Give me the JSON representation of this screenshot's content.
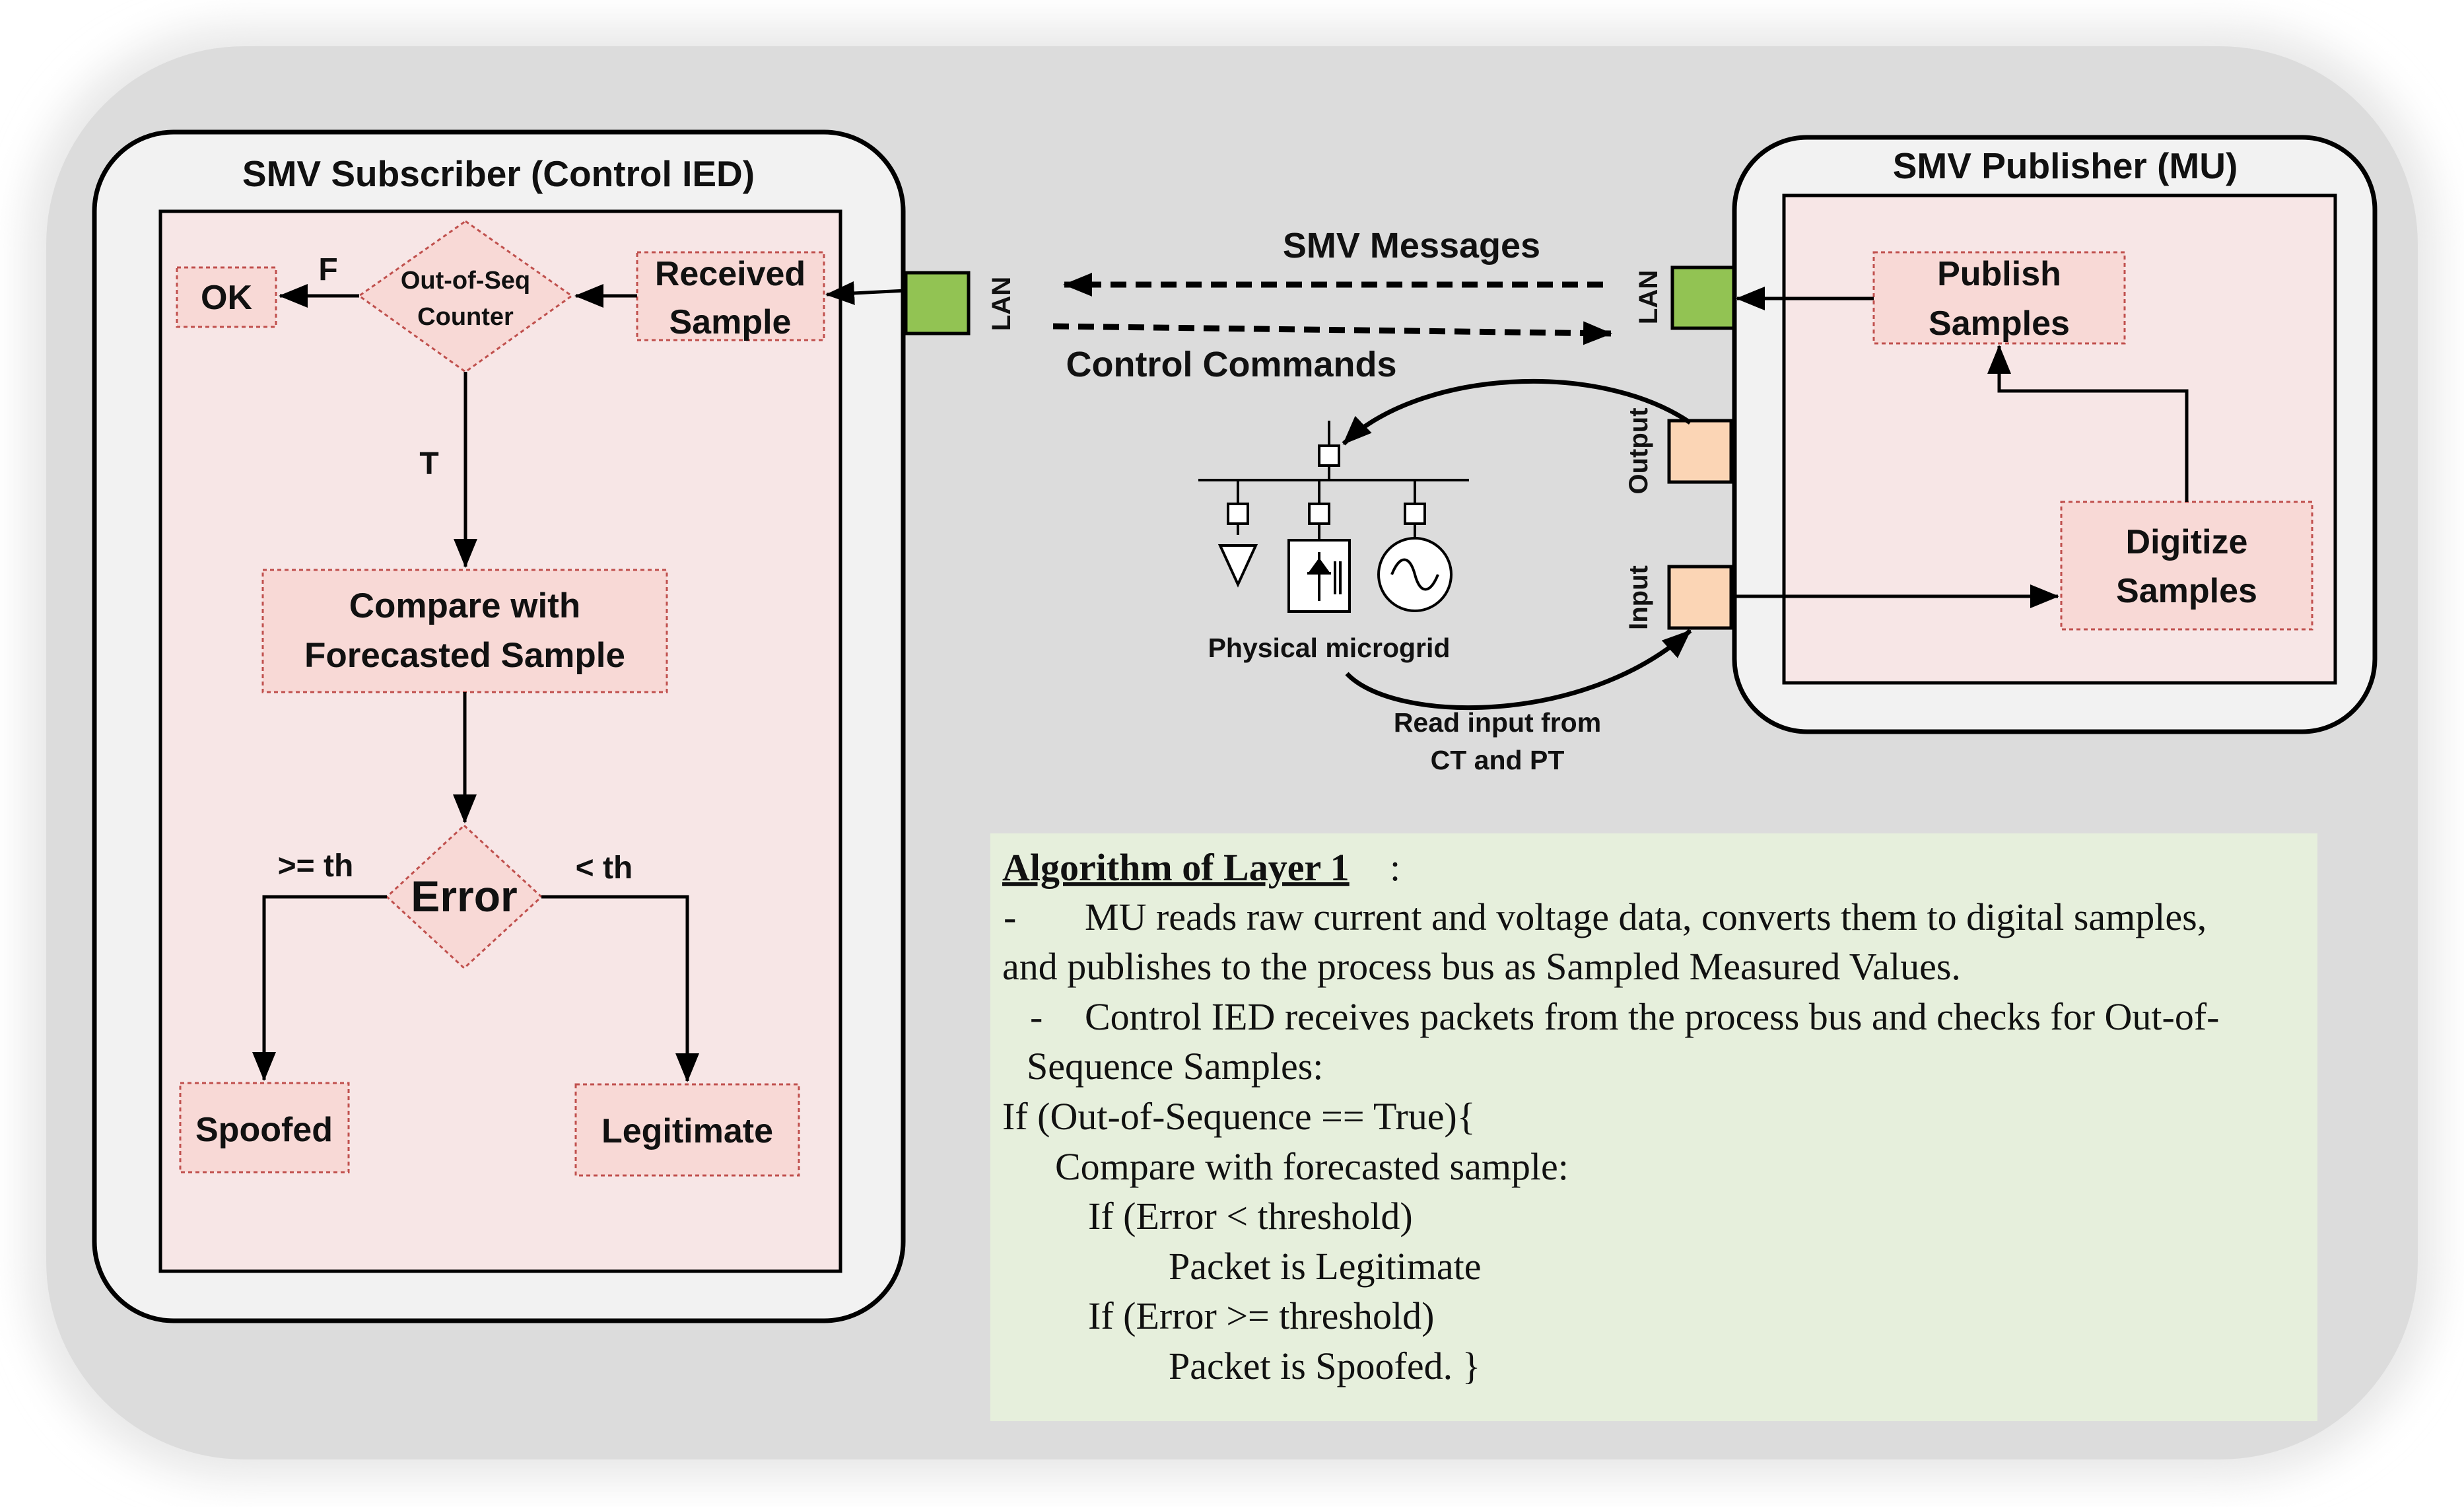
{
  "subscriber": {
    "title": "SMV Subscriber (Control IED)",
    "lan_label": "LAN",
    "ok_label": "OK",
    "false_label": "F",
    "counter_line1": "Out-of-Seq",
    "counter_line2": "Counter",
    "received_line1": "Received",
    "received_line2": "Sample",
    "true_label": "T",
    "compare_line1": "Compare with",
    "compare_line2": "Forecasted Sample",
    "error_label": "Error",
    "ge_th_label": ">= th",
    "lt_th_label": "< th",
    "spoofed_label": "Spoofed",
    "legitimate_label": "Legitimate"
  },
  "publisher": {
    "title": "SMV Publisher (MU)",
    "lan_label": "LAN",
    "output_label": "Output",
    "input_label": "Input",
    "publish_line1": "Publish",
    "publish_line2": "Samples",
    "digitize_line1": "Digitize",
    "digitize_line2": "Samples"
  },
  "links": {
    "smv_messages": "SMV Messages",
    "control_commands": "Control Commands",
    "microgrid_label": "Physical microgrid",
    "read_input_line1": "Read input from",
    "read_input_line2": "CT and PT"
  },
  "algorithm": {
    "title": "Algorithm of  Layer 1",
    "title_suffix": ":",
    "bullet1_dash": "-",
    "bullet1_line1": "MU reads raw current and voltage data, converts them to digital samples,",
    "bullet1_line2": "and publishes to the process bus as Sampled Measured Values.",
    "bullet2_dash": "-",
    "bullet2_line1": "Control IED receives packets from the process bus and checks for Out-of-",
    "bullet2_line2": "Sequence Samples:",
    "code1": "If (Out-of-Sequence == True){",
    "code2": "Compare with forecasted sample:",
    "code3": "If (Error < threshold)",
    "code4": "Packet is Legitimate",
    "code5": "If (Error >= threshold)",
    "code6": "Packet is Spoofed. }"
  },
  "colors": {
    "background_panel": "#dcdcdc",
    "device_box": "#f2f2f2",
    "inner_panel": "#f7e6e6",
    "node_fill": "#f8d9d6",
    "node_border": "#c0504d",
    "lan_port": "#92c353",
    "io_port": "#fbd5b5",
    "algorithm_panel": "#e6efdc"
  }
}
